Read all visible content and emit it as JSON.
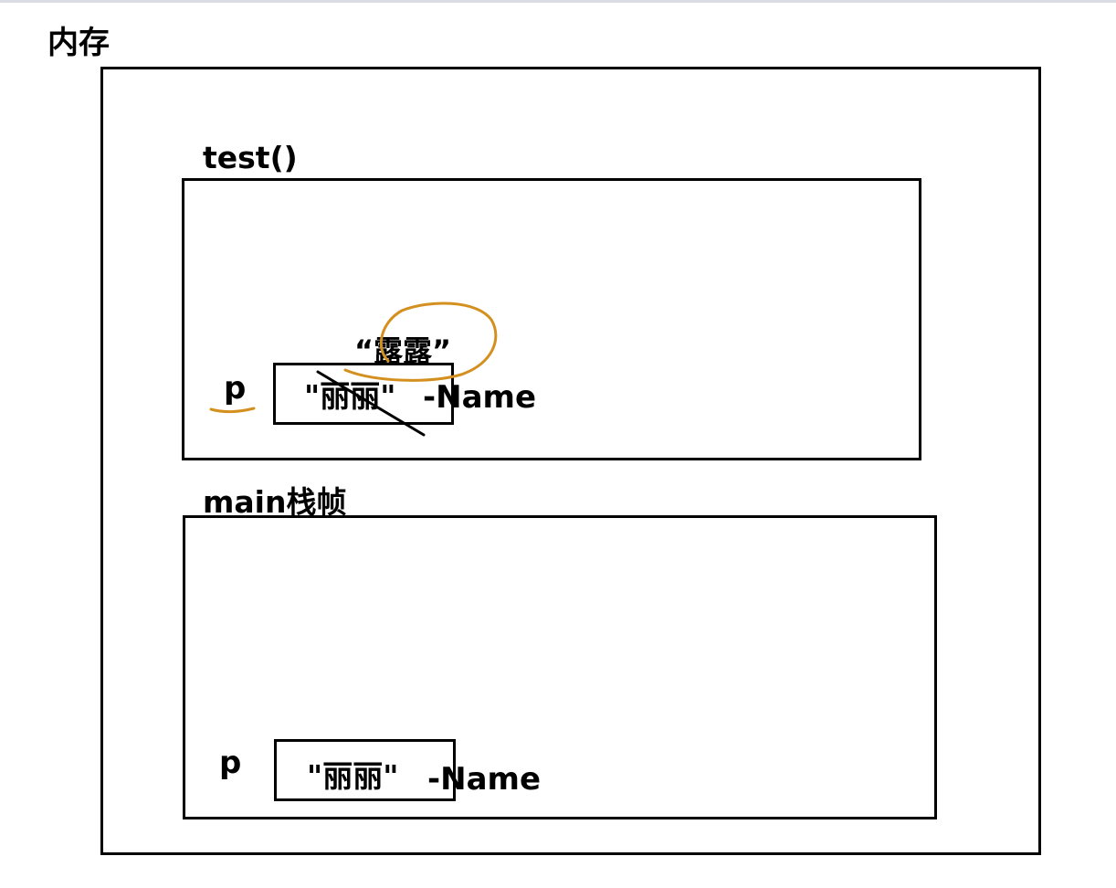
{
  "memory_title": "内存",
  "test_frame": {
    "title": "test()",
    "var_name": "p",
    "old_value": "\"丽丽\"",
    "field_label": "-Name",
    "new_value": "“露露”"
  },
  "main_frame": {
    "title": "main栈帧",
    "var_name": "p",
    "value": "\"丽丽\"",
    "field_label": "-Name"
  },
  "colors": {
    "ink": "#000000",
    "annotation": "#d4901f"
  }
}
